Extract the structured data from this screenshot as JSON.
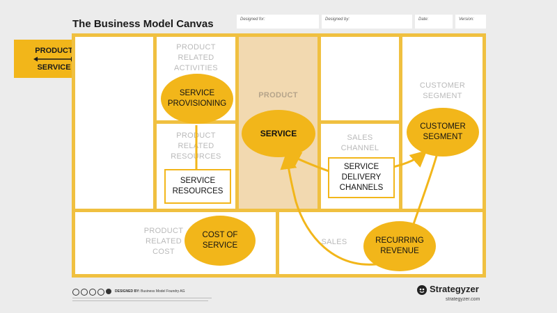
{
  "header": {
    "title": "The Business Model Canvas",
    "designed_for": "Designed for:",
    "designed_by": "Designed by:",
    "date": "Date:",
    "version": "Version:"
  },
  "badge": {
    "line1": "PRODUCT",
    "line2": "SERVICE"
  },
  "canvas": {
    "key_activities": "PRODUCT\nRELATED\nACTIVITIES",
    "key_resources": "PRODUCT\nRELATED\nRESOURCES",
    "value_proposition": "PRODUCT",
    "channels": "SALES\nCHANNEL",
    "customer_segment": "CUSTOMER\nSEGMENT",
    "cost_structure": "PRODUCT\nRELATED\nCOST",
    "revenue": "SALES"
  },
  "overlays": {
    "service_provisioning": "SERVICE\nPROVISIONING",
    "service_resources": "SERVICE\nRESOURCES",
    "service": "SERVICE",
    "service_delivery_channels": "SERVICE\nDELIVERY\nCHANNELS",
    "customer_segment": "CUSTOMER\nSEGMENT",
    "cost_of_service": "COST OF\nSERVICE",
    "recurring_revenue": "RECURRING\nREVENUE"
  },
  "footer": {
    "designed_by_label": "DESIGNED BY:",
    "designed_by_value": "Business Model Foundry AG",
    "brand": "Strategyzer",
    "url": "strategyzer.com"
  },
  "colors": {
    "accent": "#f2b61a",
    "value_prop_fill": "#f2d9b0"
  }
}
